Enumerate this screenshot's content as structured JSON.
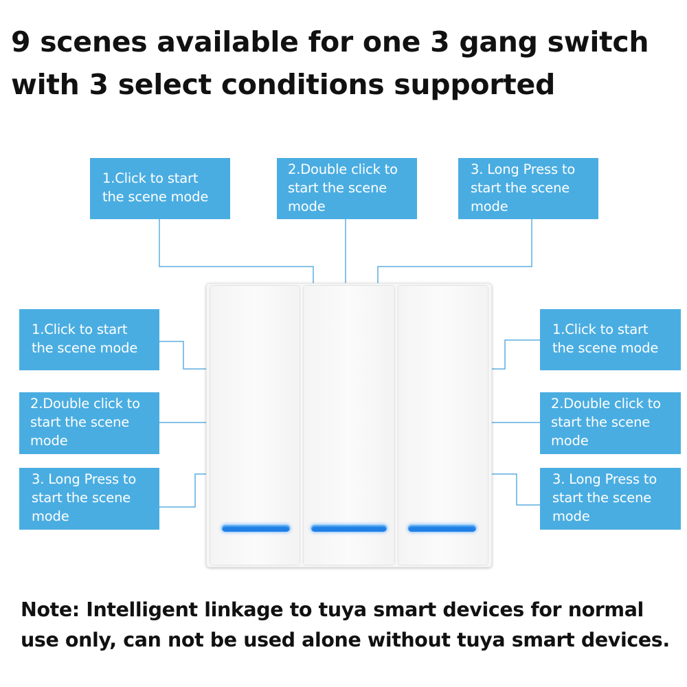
{
  "headline": {
    "line1": "9 scenes available for one 3 gang switch",
    "line2": "with 3 select conditions supported"
  },
  "label_color": "#4aade1",
  "connector_color": "#5aaee0",
  "indicator_color": "#1f7fe6",
  "labels": {
    "top_left": {
      "line1": "1.Click to start",
      "line2": "the scene mode",
      "line3": ""
    },
    "top_center": {
      "line1": "2.Double click to",
      "line2": "start the scene",
      "line3": "mode"
    },
    "top_right": {
      "line1": "3. Long Press to",
      "line2": "start the scene",
      "line3": "mode"
    },
    "left_click": {
      "line1": "1.Click to start",
      "line2": "the scene mode",
      "line3": ""
    },
    "left_double": {
      "line1": "2.Double click to",
      "line2": "start the scene",
      "line3": "mode"
    },
    "left_long": {
      "line1": "3. Long Press to",
      "line2": "start the scene",
      "line3": "mode"
    },
    "right_click": {
      "line1": "1.Click to start",
      "line2": "the scene mode",
      "line3": ""
    },
    "right_double": {
      "line1": "2.Double click to",
      "line2": "start the scene",
      "line3": "mode"
    },
    "right_long": {
      "line1": "3. Long Press to",
      "line2": "start the scene",
      "line3": "mode"
    }
  },
  "footnote": {
    "line1": "Note:  Intelligent linkage to tuya smart devices for normal",
    "line2": "use only, can not be used alone without tuya smart devices."
  }
}
